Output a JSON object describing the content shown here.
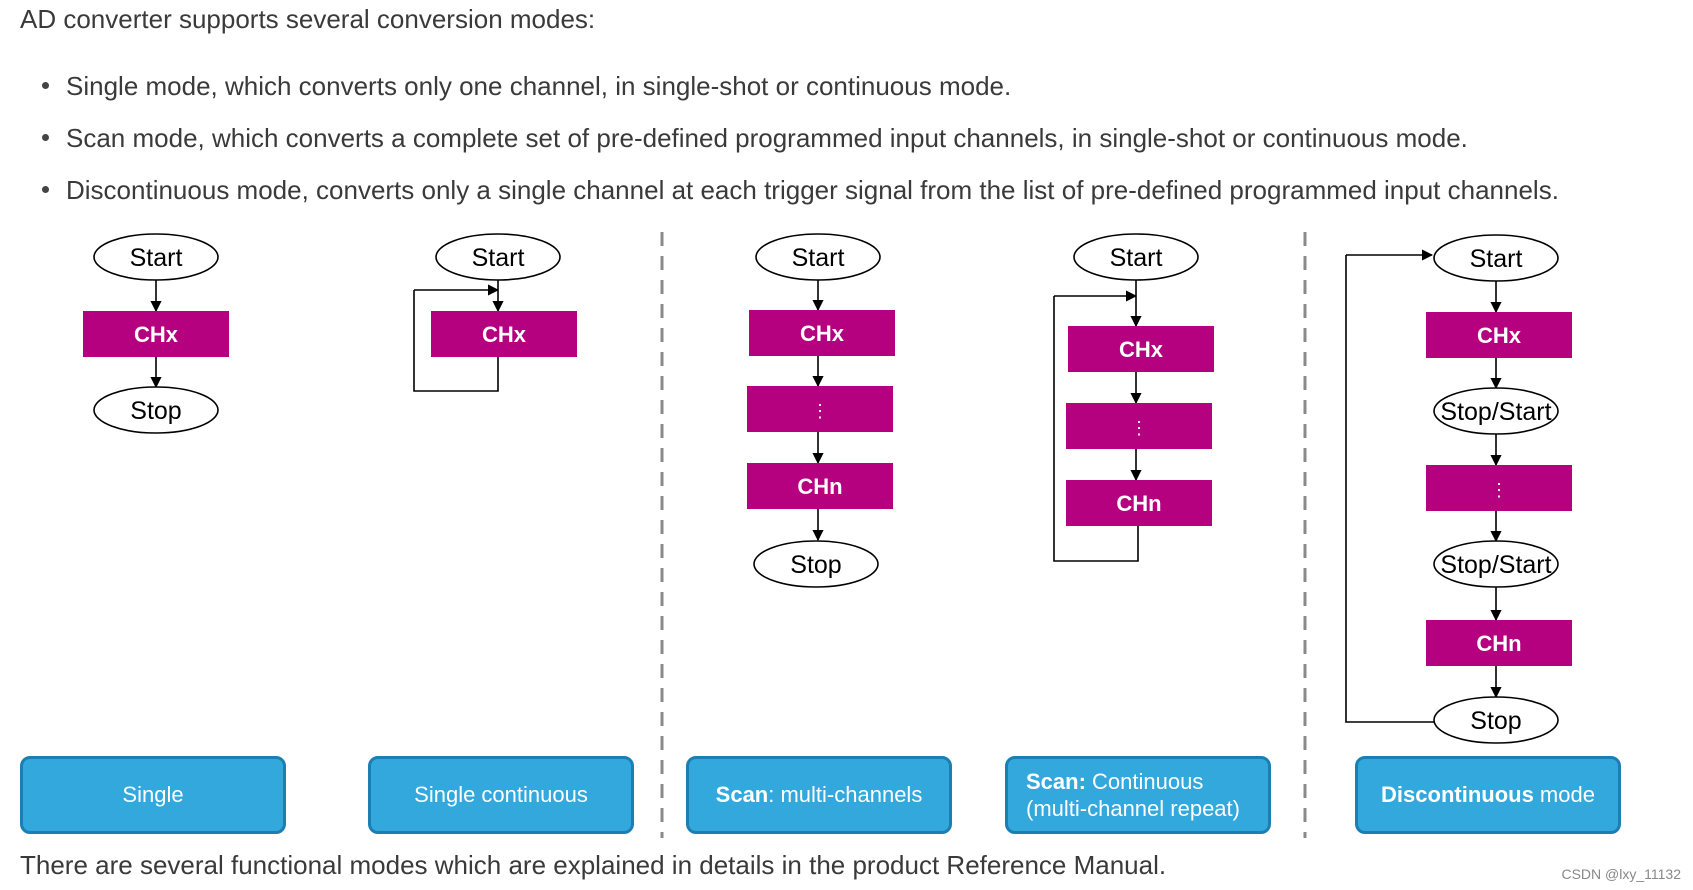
{
  "intro": "AD converter supports several conversion modes:",
  "bullets": [
    "Single mode, which converts only one channel, in single-shot or continuous mode.",
    "Scan mode, which converts a complete set of pre-defined programmed input channels, in single-shot or continuous mode.",
    "Discontinuous mode, converts only a single channel at each trigger signal from the list of pre-defined programmed input channels."
  ],
  "nodes": {
    "start": "Start",
    "stop": "Stop",
    "stop_start": "Stop/Start",
    "chx": "CHx",
    "chn": "CHn",
    "ellipsis": "⋮"
  },
  "modes": {
    "single": "Single",
    "single_continuous": "Single continuous",
    "scan_bold": "Scan",
    "scan_rest": ": multi-channels",
    "scan_cont_bold": "Scan:",
    "scan_cont_line1": " Continuous",
    "scan_cont_line2": "(multi-channel repeat)",
    "disc_bold": "Discontinuous",
    "disc_rest": " mode"
  },
  "footer": "There are several functional modes which are explained in details in the product Reference Manual.",
  "watermark": "CSDN @lxy_11132",
  "colors": {
    "channel_box": "#b5007f",
    "mode_button": "#33a8dd",
    "mode_button_border": "#1b7fb3",
    "divider": "#8a8a8a"
  }
}
